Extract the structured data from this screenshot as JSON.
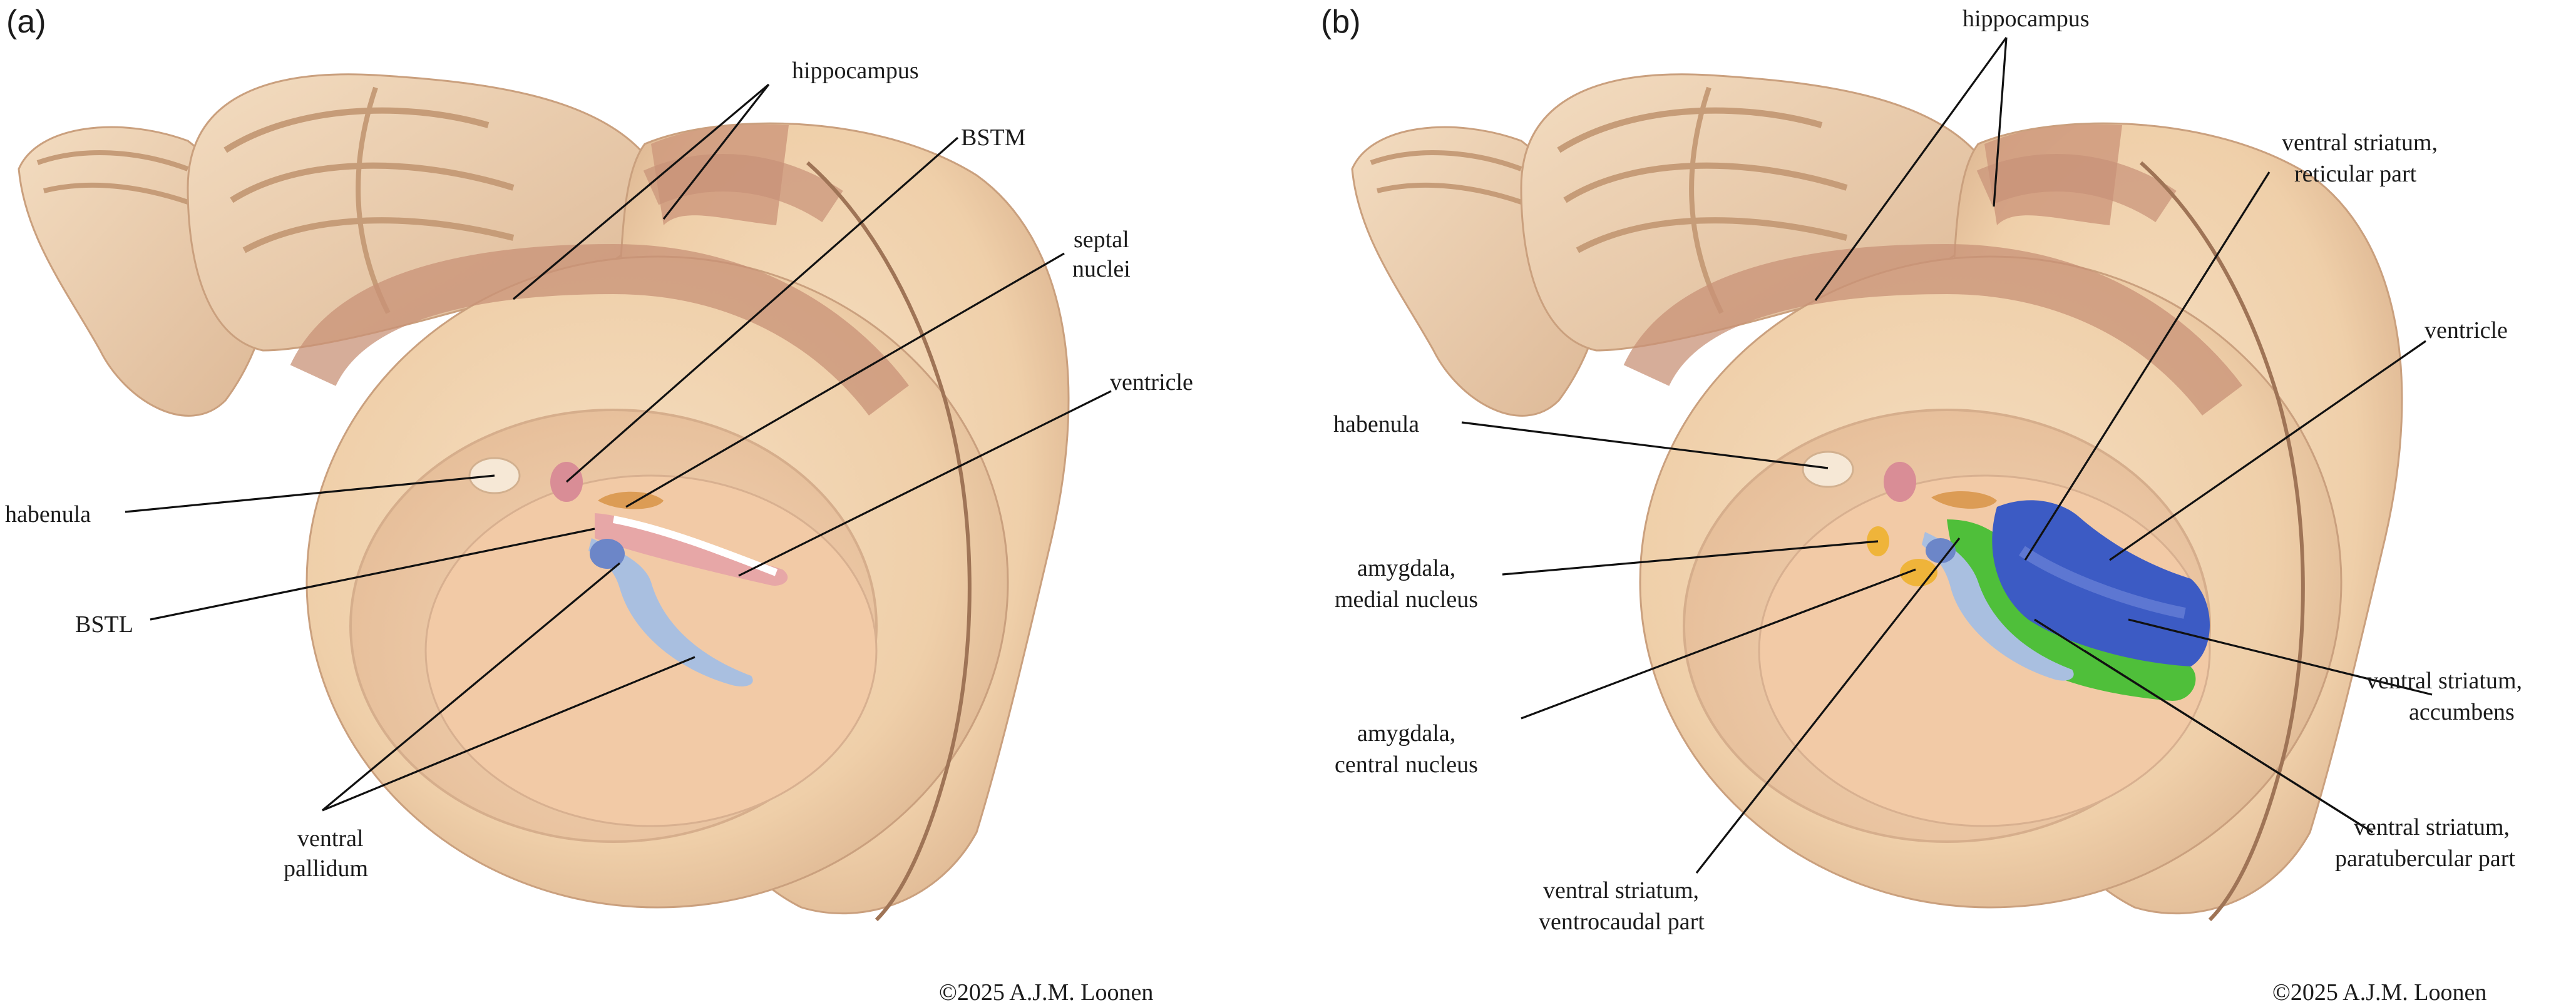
{
  "panel_a": {
    "panel_label": "(a)",
    "labels": {
      "hippocampus": "hippocampus",
      "bstm": "BSTM",
      "septal_1": "septal",
      "septal_2": "nuclei",
      "ventricle": "ventricle",
      "habenula": "habenula",
      "bstl": "BSTL",
      "vp_1": "ventral",
      "vp_2": "pallidum"
    },
    "copyright": "©2025 A.J.M. Loonen"
  },
  "panel_b": {
    "panel_label": "(b)",
    "labels": {
      "hippocampus": "hippocampus",
      "vs_ret_1": "ventral striatum,",
      "vs_ret_2": "reticular part",
      "ventricle": "ventricle",
      "habenula": "habenula",
      "amy_med_1": "amygdala,",
      "amy_med_2": "medial nucleus",
      "amy_cen_1": "amygdala,",
      "amy_cen_2": "central nucleus",
      "vs_acc_1": "ventral striatum,",
      "vs_acc_2": "accumbens",
      "vs_pt_1": "ventral striatum,",
      "vs_pt_2": "paratubercular part",
      "vs_vc_1": "ventral striatum,",
      "vs_vc_2": "ventrocaudal part"
    },
    "copyright": "©2025 A.J.M. Loonen"
  },
  "colors": {
    "tissue": "#f1d3b0",
    "tissue_shade": "#c99f7d",
    "hippocampus": "#cf9a7e",
    "ventricle": "#e8a9a6",
    "bst": "#e7a7a7",
    "septal": "#dc9c55",
    "ventral_pallidum": "#a9bfe0",
    "accumbens": "#3c5bc4",
    "paratubercular": "#4fbf3a",
    "amygdala": "#efb43a"
  }
}
